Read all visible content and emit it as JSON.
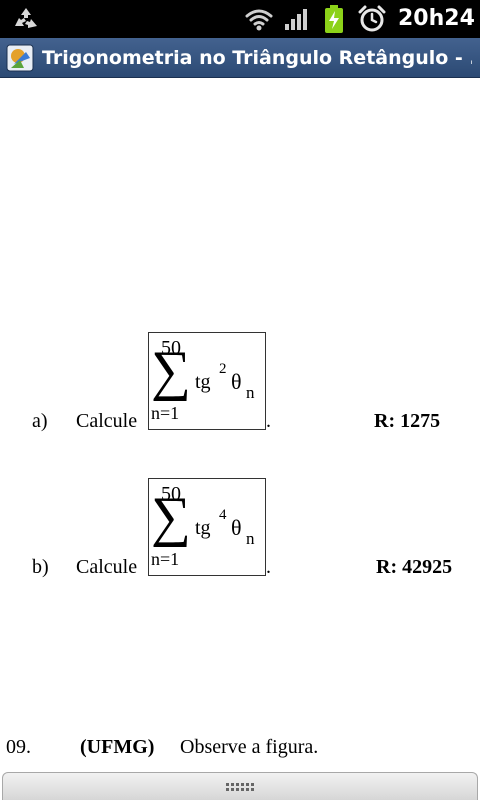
{
  "status_bar": {
    "time": "20h24",
    "icons": [
      "recycle-icon",
      "wifi-icon",
      "signal-icon",
      "battery-charging-icon",
      "alarm-icon"
    ]
  },
  "title_bar": {
    "title": "Trigonometria no Triângulo Retângulo - ...",
    "icon": "app-icon"
  },
  "items": [
    {
      "label": "a)",
      "verb": "Calcule",
      "formula": {
        "upper": "50",
        "sigma": "∑",
        "lower": "n=1",
        "fn": "tg",
        "exp": "2",
        "theta": "θ",
        "sub": "n"
      },
      "dot": ".",
      "answer": "R: 1275"
    },
    {
      "label": "b)",
      "verb": "Calcule",
      "formula": {
        "upper": "50",
        "sigma": "∑",
        "lower": "n=1",
        "fn": "tg",
        "exp": "4",
        "theta": "θ",
        "sub": "n"
      },
      "dot": ".",
      "answer": "R: 42925"
    }
  ],
  "question": {
    "number": "09.",
    "source": "(UFMG)",
    "text": "Observe a figura."
  },
  "colors": {
    "status_bar_bg": "#000000",
    "title_bar_bg": "#35557f",
    "battery_green": "#8cd219"
  }
}
